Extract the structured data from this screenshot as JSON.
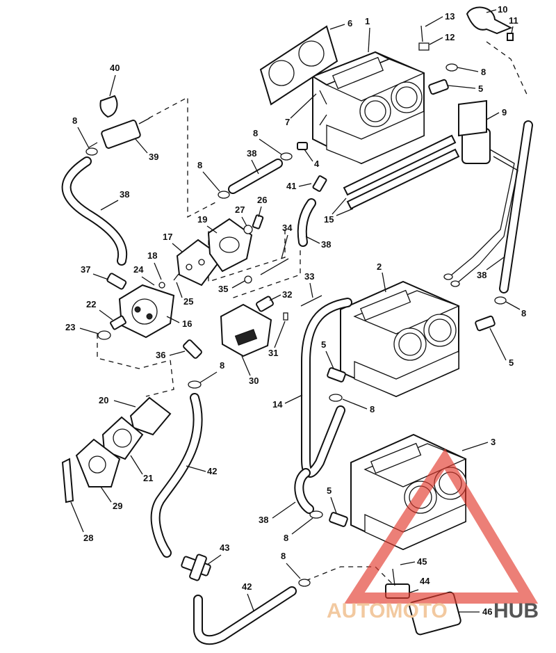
{
  "diagram": {
    "callouts": [
      {
        "id": "1",
        "label": "1"
      },
      {
        "id": "2",
        "label": "2"
      },
      {
        "id": "3",
        "label": "3"
      },
      {
        "id": "4",
        "label": "4"
      },
      {
        "id": "5a",
        "label": "5"
      },
      {
        "id": "5b",
        "label": "5"
      },
      {
        "id": "5c",
        "label": "5"
      },
      {
        "id": "5d",
        "label": "5"
      },
      {
        "id": "6",
        "label": "6"
      },
      {
        "id": "7",
        "label": "7"
      },
      {
        "id": "8a",
        "label": "8"
      },
      {
        "id": "8b",
        "label": "8"
      },
      {
        "id": "8c",
        "label": "8"
      },
      {
        "id": "8d",
        "label": "8"
      },
      {
        "id": "8e",
        "label": "8"
      },
      {
        "id": "8f",
        "label": "8"
      },
      {
        "id": "8g",
        "label": "8"
      },
      {
        "id": "8h",
        "label": "8"
      },
      {
        "id": "8i",
        "label": "8"
      },
      {
        "id": "9",
        "label": "9"
      },
      {
        "id": "10",
        "label": "10"
      },
      {
        "id": "11",
        "label": "11"
      },
      {
        "id": "12",
        "label": "12"
      },
      {
        "id": "13",
        "label": "13"
      },
      {
        "id": "14",
        "label": "14"
      },
      {
        "id": "15",
        "label": "15"
      },
      {
        "id": "16",
        "label": "16"
      },
      {
        "id": "17",
        "label": "17"
      },
      {
        "id": "18",
        "label": "18"
      },
      {
        "id": "19",
        "label": "19"
      },
      {
        "id": "20",
        "label": "20"
      },
      {
        "id": "21",
        "label": "21"
      },
      {
        "id": "22",
        "label": "22"
      },
      {
        "id": "23",
        "label": "23"
      },
      {
        "id": "24",
        "label": "24"
      },
      {
        "id": "25",
        "label": "25"
      },
      {
        "id": "26",
        "label": "26"
      },
      {
        "id": "27",
        "label": "27"
      },
      {
        "id": "28",
        "label": "28"
      },
      {
        "id": "29",
        "label": "29"
      },
      {
        "id": "30",
        "label": "30"
      },
      {
        "id": "31",
        "label": "31"
      },
      {
        "id": "32",
        "label": "32"
      },
      {
        "id": "33",
        "label": "33"
      },
      {
        "id": "34",
        "label": "34"
      },
      {
        "id": "35",
        "label": "35"
      },
      {
        "id": "36",
        "label": "36"
      },
      {
        "id": "37",
        "label": "37"
      },
      {
        "id": "38a",
        "label": "38"
      },
      {
        "id": "38b",
        "label": "38"
      },
      {
        "id": "38c",
        "label": "38"
      },
      {
        "id": "38d",
        "label": "38"
      },
      {
        "id": "38e",
        "label": "38"
      },
      {
        "id": "39",
        "label": "39"
      },
      {
        "id": "40",
        "label": "40"
      },
      {
        "id": "41",
        "label": "41"
      },
      {
        "id": "42a",
        "label": "42"
      },
      {
        "id": "42b",
        "label": "42"
      },
      {
        "id": "43",
        "label": "43"
      },
      {
        "id": "44",
        "label": "44"
      },
      {
        "id": "45",
        "label": "45"
      },
      {
        "id": "46",
        "label": "46"
      }
    ]
  },
  "watermark": {
    "word_a": "AUTOMOTO",
    "word_b": "HUB",
    "color_a": "#f2c9a0",
    "color_b": "#555555",
    "triangle_color": "#e23a2e"
  }
}
